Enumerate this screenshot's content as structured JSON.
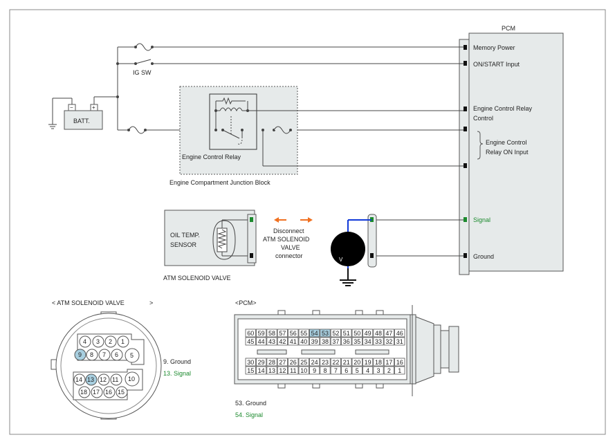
{
  "colors": {
    "wire": "#444444",
    "signal_text": "#1c8a2e",
    "signal_wire": "#1038d8",
    "arrow": "#f07020",
    "pin_highlight": "#a8cfe0",
    "component_fill": "#e6eaea"
  },
  "icons": [
    "battery-icon",
    "fuse-icon",
    "switch-icon",
    "relay-coil-icon",
    "thermistor-icon",
    "voltmeter-icon",
    "ground-icon"
  ],
  "pcm": {
    "title": "PCM",
    "pins": {
      "memory_power": "Memory Power",
      "on_start": "ON/START Input",
      "ecr_control_1": "Engine Control Relay",
      "ecr_control_2": "Control",
      "ecr_on_1": "Engine Control",
      "ecr_on_2": "Relay ON Input",
      "signal": "Signal",
      "ground": "Ground"
    }
  },
  "power": {
    "ig_sw": "IG SW",
    "battery": "BATT.",
    "minus": "−",
    "plus": "+"
  },
  "relay": {
    "label": "Engine Control Relay",
    "block_label": "Engine Compartment Junction Block"
  },
  "sensor": {
    "name_1": "OIL TEMP.",
    "name_2": "SENSOR",
    "component": "ATM SOLENOID VALVE"
  },
  "action": {
    "line1": "Disconnect",
    "line2": "ATM SOLENOID",
    "line3": "VALVE",
    "line4": "connector"
  },
  "meter": {
    "label": "V"
  },
  "atm_connector": {
    "title_left": "< ATM SOLENOID VALVE",
    "title_right": ">",
    "pins_a": [
      "4",
      "3",
      "2",
      "1",
      "9",
      "8",
      "7",
      "6",
      "5"
    ],
    "pins_b": [
      "14",
      "13",
      "12",
      "11",
      "10",
      "18",
      "17",
      "16",
      "15"
    ],
    "legend_1": "9.  Ground",
    "legend_2": "13.   Signal"
  },
  "pcm_connector": {
    "title": "<PCM>",
    "row1": [
      "60",
      "59",
      "58",
      "57",
      "56",
      "55",
      "54",
      "53",
      "52",
      "51",
      "50",
      "49",
      "48",
      "47",
      "46"
    ],
    "row2": [
      "45",
      "44",
      "43",
      "42",
      "41",
      "40",
      "39",
      "38",
      "37",
      "36",
      "35",
      "34",
      "33",
      "32",
      "31"
    ],
    "row3": [
      "30",
      "29",
      "28",
      "27",
      "26",
      "25",
      "24",
      "23",
      "22",
      "21",
      "20",
      "19",
      "18",
      "17",
      "16"
    ],
    "row4": [
      "15",
      "14",
      "13",
      "12",
      "11",
      "10",
      "9",
      "8",
      "7",
      "6",
      "5",
      "4",
      "3",
      "2",
      "1"
    ],
    "legend_1": "53.   Ground",
    "legend_2": "54.   Signal"
  }
}
